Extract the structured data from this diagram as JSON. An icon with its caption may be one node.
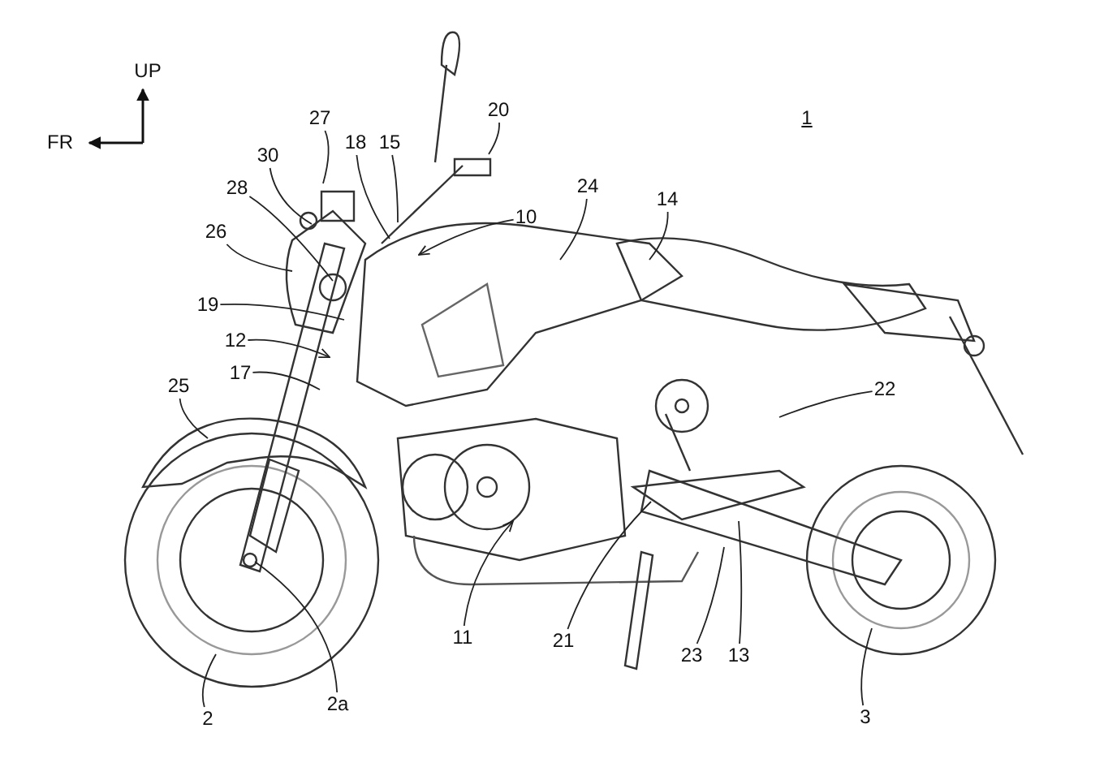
{
  "diagram": {
    "nodes": [
      {
        "text": [
          "27"
        ]
      },
      {
        "text": [
          "20"
        ]
      },
      {
        "text": [
          "18"
        ]
      },
      {
        "text": [
          "15"
        ]
      },
      {
        "text": [
          "30"
        ]
      },
      {
        "text": [
          "28"
        ]
      },
      {
        "text": [
          "10"
        ]
      },
      {
        "text": [
          "24"
        ]
      },
      {
        "text": [
          "14"
        ]
      },
      {
        "text": [
          "26"
        ]
      },
      {
        "text": [
          "19"
        ]
      },
      {
        "text": [
          "12"
        ]
      },
      {
        "text": [
          "17"
        ]
      },
      {
        "text": [
          "25"
        ]
      },
      {
        "text": [
          "22"
        ]
      },
      {
        "text": [
          "11"
        ]
      },
      {
        "text": [
          "21"
        ]
      },
      {
        "text": [
          "23"
        ]
      },
      {
        "text": [
          "13"
        ]
      },
      {
        "text": [
          "2"
        ]
      },
      {
        "text": [
          "2a"
        ]
      },
      {
        "text": [
          "3"
        ]
      }
    ],
    "edges": [
      {
        "from": 0,
        "to": null,
        "arrow": "none"
      },
      {
        "from": 1,
        "to": null,
        "arrow": "none"
      },
      {
        "from": 2,
        "to": null,
        "arrow": "none"
      },
      {
        "from": 3,
        "to": null,
        "arrow": "none"
      },
      {
        "from": 4,
        "to": null,
        "arrow": "none"
      },
      {
        "from": 5,
        "to": null,
        "arrow": "none"
      },
      {
        "from": 6,
        "to": null,
        "arrow": "to"
      },
      {
        "from": 7,
        "to": null,
        "arrow": "none"
      },
      {
        "from": 8,
        "to": null,
        "arrow": "none"
      },
      {
        "from": 9,
        "to": null,
        "arrow": "none"
      },
      {
        "from": 10,
        "to": null,
        "arrow": "none"
      },
      {
        "from": 11,
        "to": null,
        "arrow": "to"
      },
      {
        "from": 12,
        "to": null,
        "arrow": "none"
      },
      {
        "from": 13,
        "to": null,
        "arrow": "none"
      },
      {
        "from": 14,
        "to": null,
        "arrow": "none"
      },
      {
        "from": 15,
        "to": null,
        "arrow": "to"
      },
      {
        "from": 16,
        "to": null,
        "arrow": "none"
      },
      {
        "from": 17,
        "to": null,
        "arrow": "none"
      },
      {
        "from": 18,
        "to": null,
        "arrow": "none"
      },
      {
        "from": 19,
        "to": null,
        "arrow": "none"
      },
      {
        "from": 20,
        "to": null,
        "arrow": "none"
      },
      {
        "from": 21,
        "to": null,
        "arrow": "none"
      }
    ],
    "labels": [
      "UP",
      "FR",
      "1"
    ]
  }
}
